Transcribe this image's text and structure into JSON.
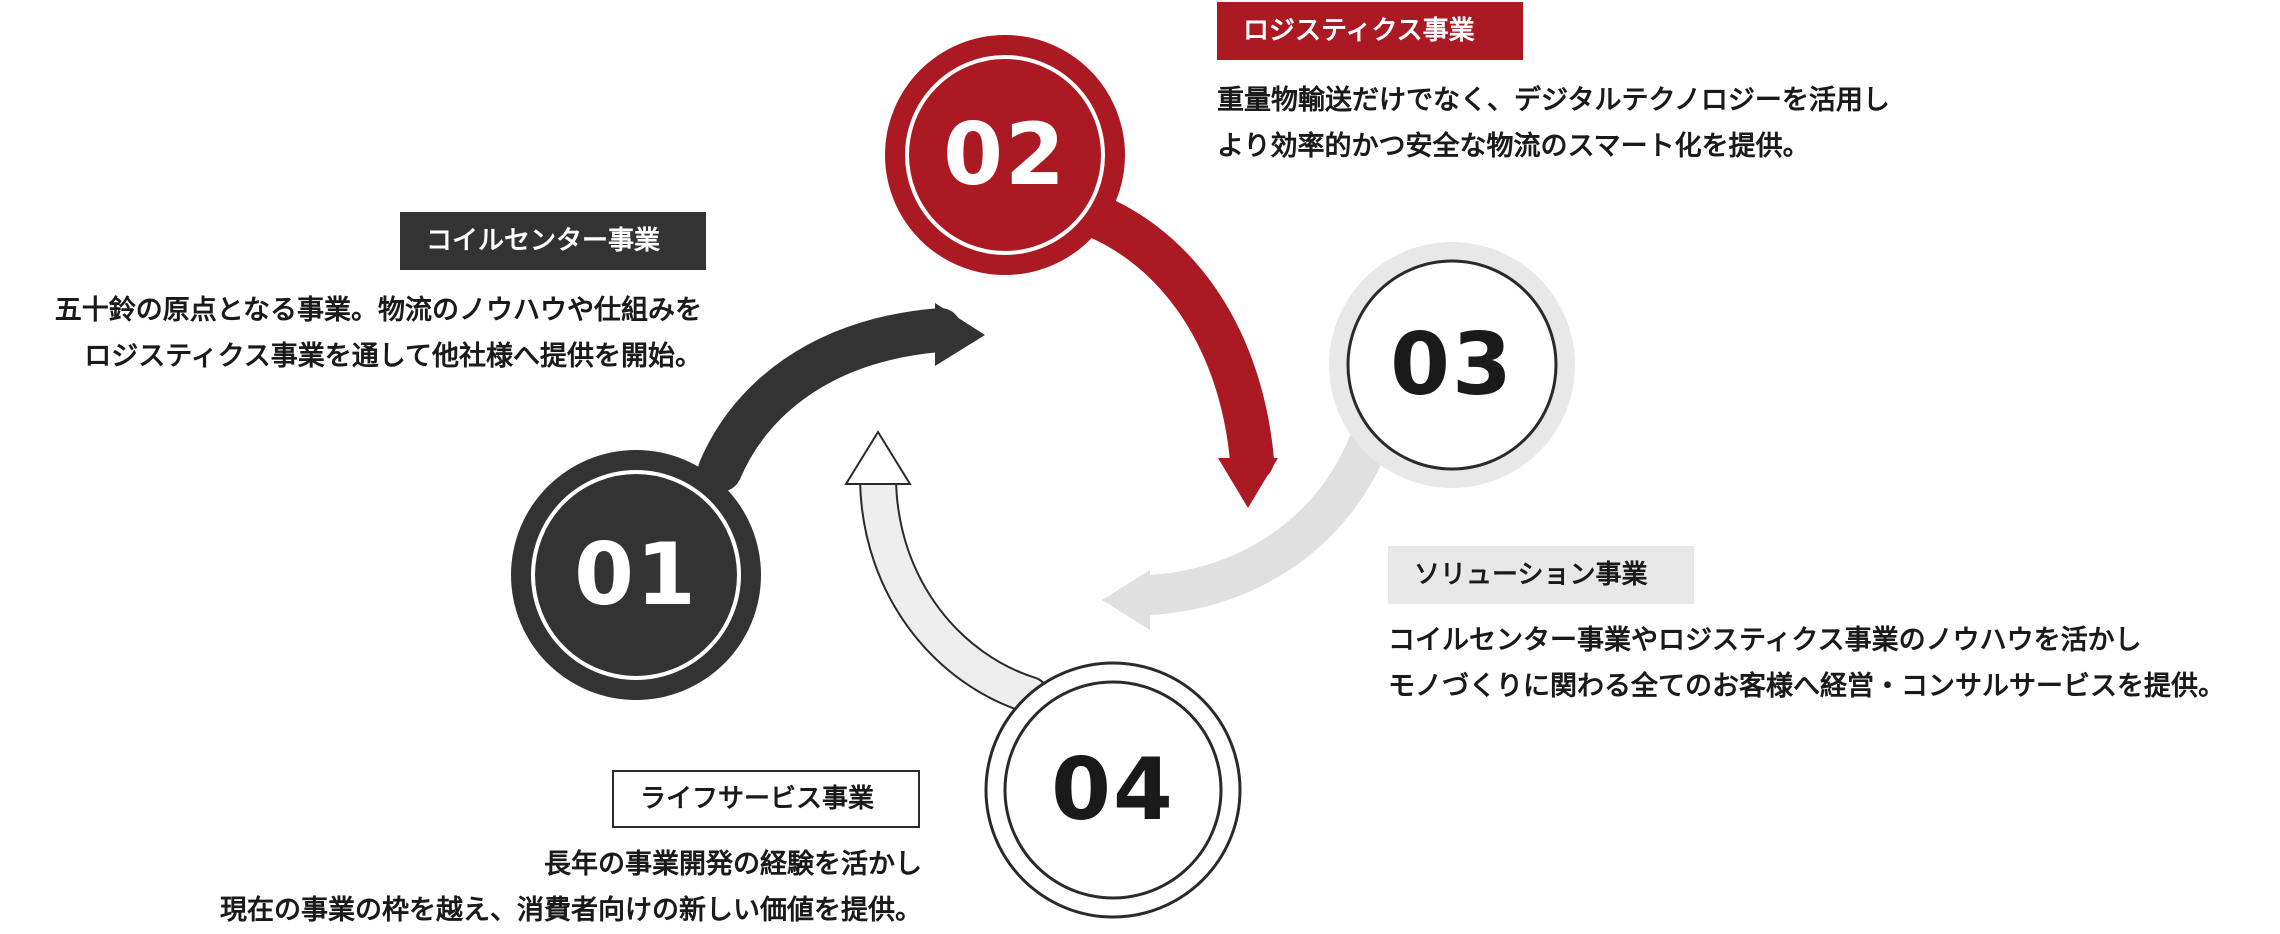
{
  "colors": {
    "dark": "#333333",
    "red": "#ab1a23",
    "light_gray": "#e8e8e8",
    "white": "#ffffff"
  },
  "steps": [
    {
      "number": "01",
      "label": "コイルセンター事業",
      "description": [
        "五十鈴の原点となる事業。物流のノウハウや仕組みを",
        "ロジスティクス事業を通して他社様へ提供を開始。"
      ]
    },
    {
      "number": "02",
      "label": "ロジスティクス事業",
      "description": [
        "重量物輸送だけでなく、デジタルテクノロジーを活用し",
        "より効率的かつ安全な物流のスマート化を提供。"
      ]
    },
    {
      "number": "03",
      "label": "ソリューション事業",
      "description": [
        "コイルセンター事業やロジスティクス事業のノウハウを活かし",
        "モノづくりに関わる全てのお客様へ経営・コンサルサービスを提供。"
      ]
    },
    {
      "number": "04",
      "label": "ライフサービス事業",
      "description": [
        "長年の事業開発の経験を活かし",
        "現在の事業の枠を越え、消費者向けの新しい価値を提供。"
      ]
    }
  ]
}
